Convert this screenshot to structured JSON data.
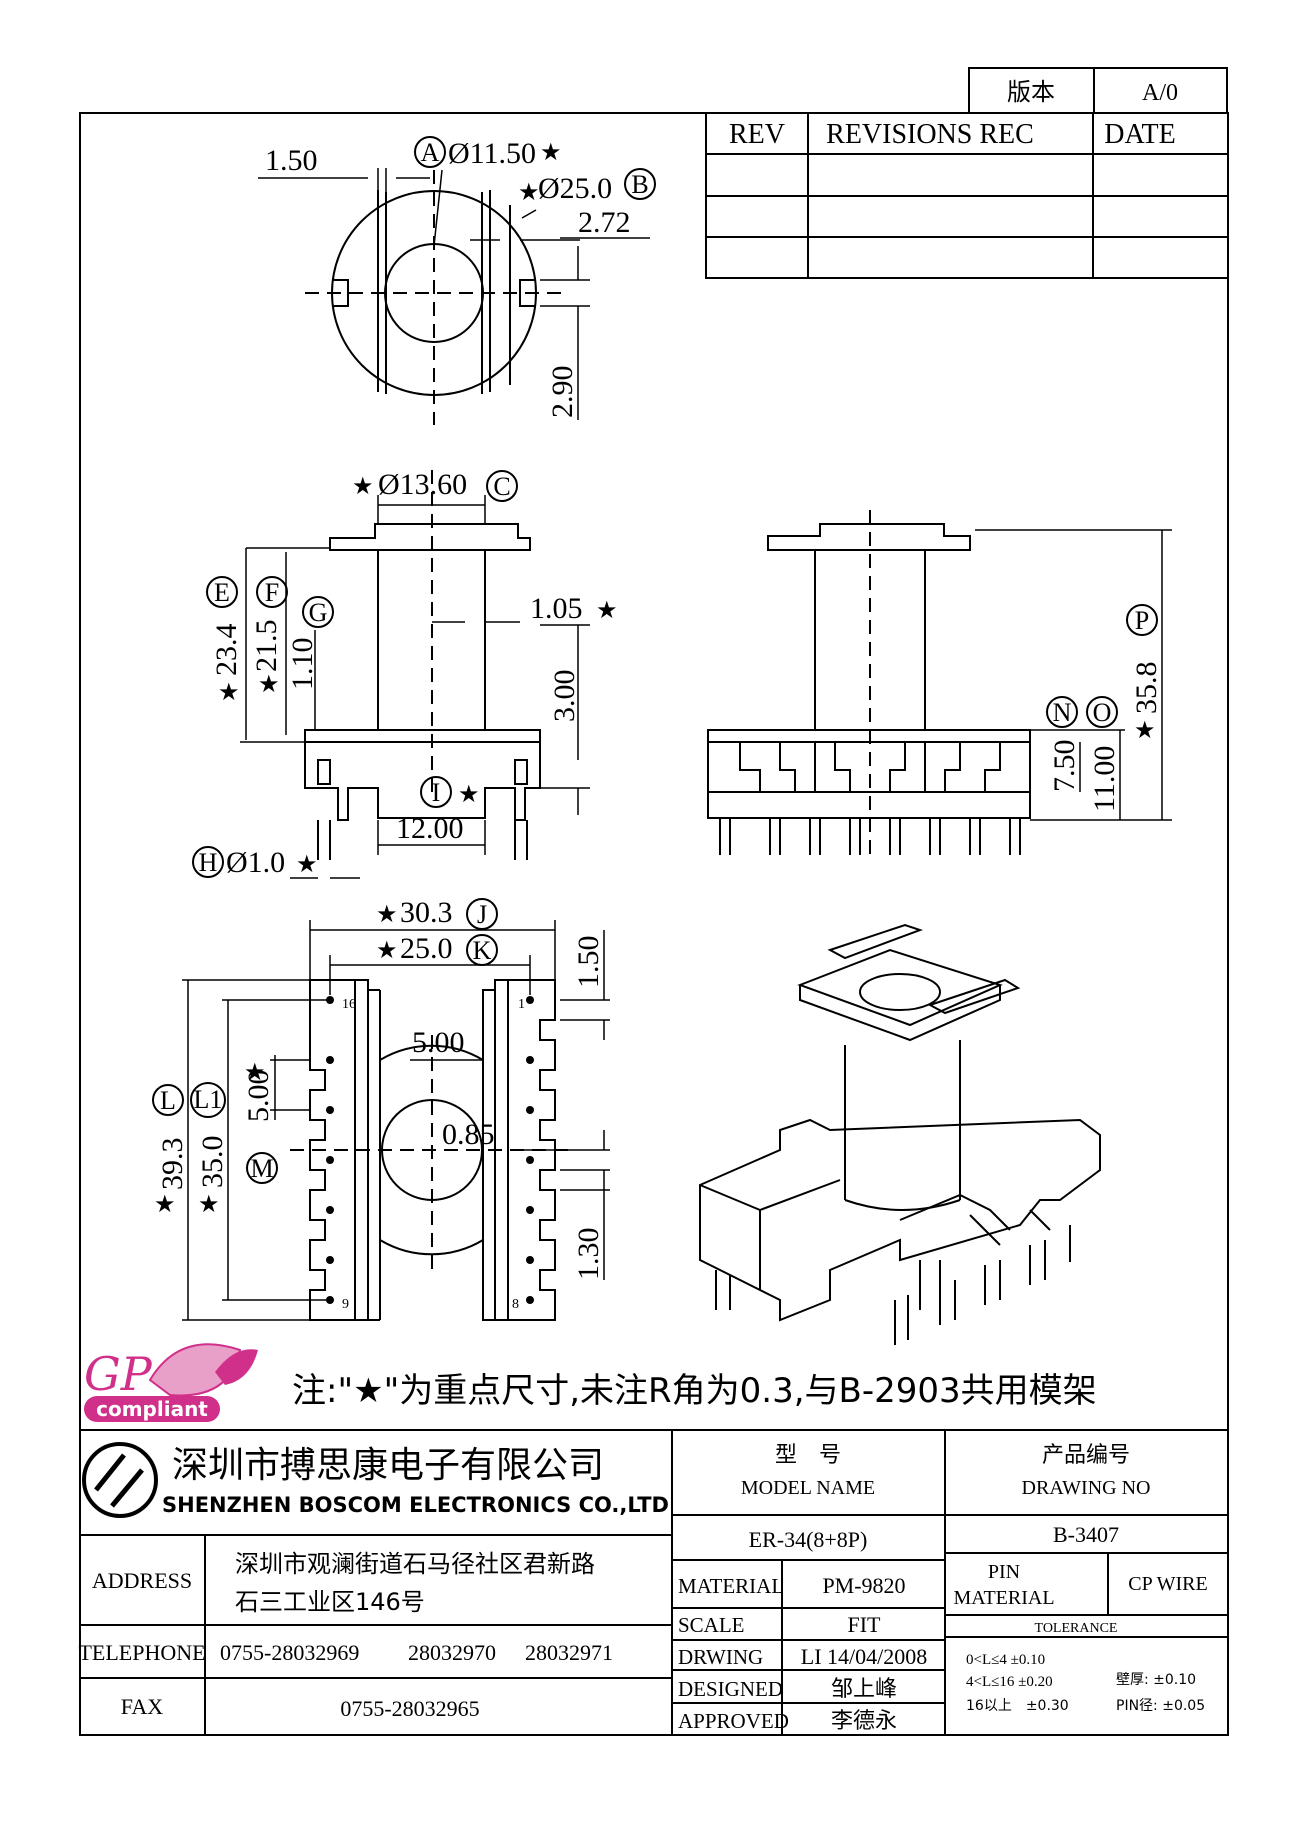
{
  "revision_box": {
    "version_label": "版本",
    "version_value": "A/0"
  },
  "revisions_table": {
    "col_rev": "REV",
    "col_rec": "REVISIONS REC",
    "col_date": "DATE"
  },
  "dims": {
    "d1_50": "1.50",
    "dA": "A",
    "dA_val": "Ø11.50",
    "dB": "B",
    "dB_val": "Ø25.0",
    "d2_72": "2.72",
    "d2_90": "2.90",
    "dC": "C",
    "dC_val": "Ø13.60",
    "dE": "E",
    "dF": "F",
    "dG": "G",
    "d23_4": "23.4",
    "d21_5": "21.5",
    "d1_10": "1.10",
    "d1_05": "1.05",
    "d3_00": "3.00",
    "dI": "I",
    "d12_00": "12.00",
    "dH": "H",
    "dH_val": "Ø1.0",
    "dP": "P",
    "d35_8": "35.8",
    "dN": "N",
    "dO": "O",
    "d7_50": "7.50",
    "d11_00": "11.00",
    "dJ": "J",
    "d30_3": "30.3",
    "dK": "K",
    "d25_0": "25.0",
    "d1_50b": "1.50",
    "dL": "L",
    "dL1": "L1",
    "dM": "M",
    "d39_3": "39.3",
    "d35_0": "35.0",
    "d5_00": "5.00",
    "d5_00b": "5.00",
    "d0_85": "0.85",
    "d1_30": "1.30",
    "pin16": "16",
    "pin1": "1",
    "pin9": "9",
    "pin8": "8",
    "star": "★"
  },
  "logo": {
    "gp": "GP",
    "compliant": "compliant"
  },
  "note": "注:\"★\"为重点尺寸,未注R角为0.3,与B-2903共用模架",
  "title_block": {
    "company_cn": "深圳市搏思康电子有限公司",
    "company_en": "SHENZHEN BOSCOM ELECTRONICS CO.,LTD",
    "model_label_cn": "型　号",
    "model_label_en": "MODEL NAME",
    "drawing_label_cn": "产品编号",
    "drawing_label_en": "DRAWING NO",
    "model_value": "ER-34(8+8P)",
    "drawing_value": "B-3407",
    "address_label": "ADDRESS",
    "address_line1": "深圳市观澜街道石马径社区君新路",
    "address_line2": "石三工业区146号",
    "telephone_label": "TELEPHONE",
    "tel1": "0755-28032969",
    "tel2": "28032970",
    "tel3": "28032971",
    "fax_label": "FAX",
    "fax_value": "0755-28032965",
    "material_label": "MATERIAL",
    "material_value": "PM-9820",
    "scale_label": "SCALE",
    "scale_value": "FIT",
    "drawing_by_label": "DRWING",
    "drawing_by_value": "LI 14/04/2008",
    "designed_label": "DESIGNED",
    "designed_value": "邹上峰",
    "approved_label": "APPROVED",
    "approved_value": "李德永",
    "pin_material_label1": "PIN",
    "pin_material_label2": "MATERIAL",
    "pin_material_value": "CP WIRE",
    "tolerance_label": "TOLERANCE",
    "tol1": "0<L≤4 ±0.10",
    "tol2": "4<L≤16 ±0.20",
    "tol3": "16以上　±0.30",
    "wall_label": "壁厚: ±0.10",
    "pin_dia_label": "PIN径: ±0.05"
  },
  "colors": {
    "ink": "#000000",
    "logo_magenta": "#d0308a",
    "logo_pink": "#e8a0c8"
  }
}
